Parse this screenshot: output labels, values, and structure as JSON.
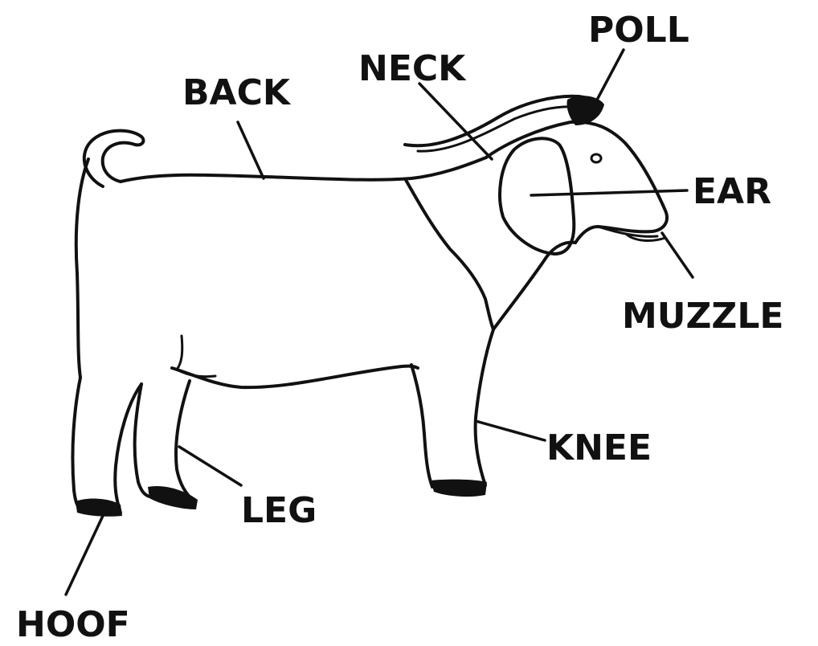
{
  "diagram": {
    "labels": {
      "poll": "POLL",
      "neck": "NECK",
      "back": "BACK",
      "ear": "EAR",
      "muzzle": "MUZZLE",
      "knee": "KNEE",
      "leg": "LEG",
      "hoof": "HOOF"
    },
    "colors": {
      "ink": "#111111",
      "background": "#ffffff"
    }
  }
}
